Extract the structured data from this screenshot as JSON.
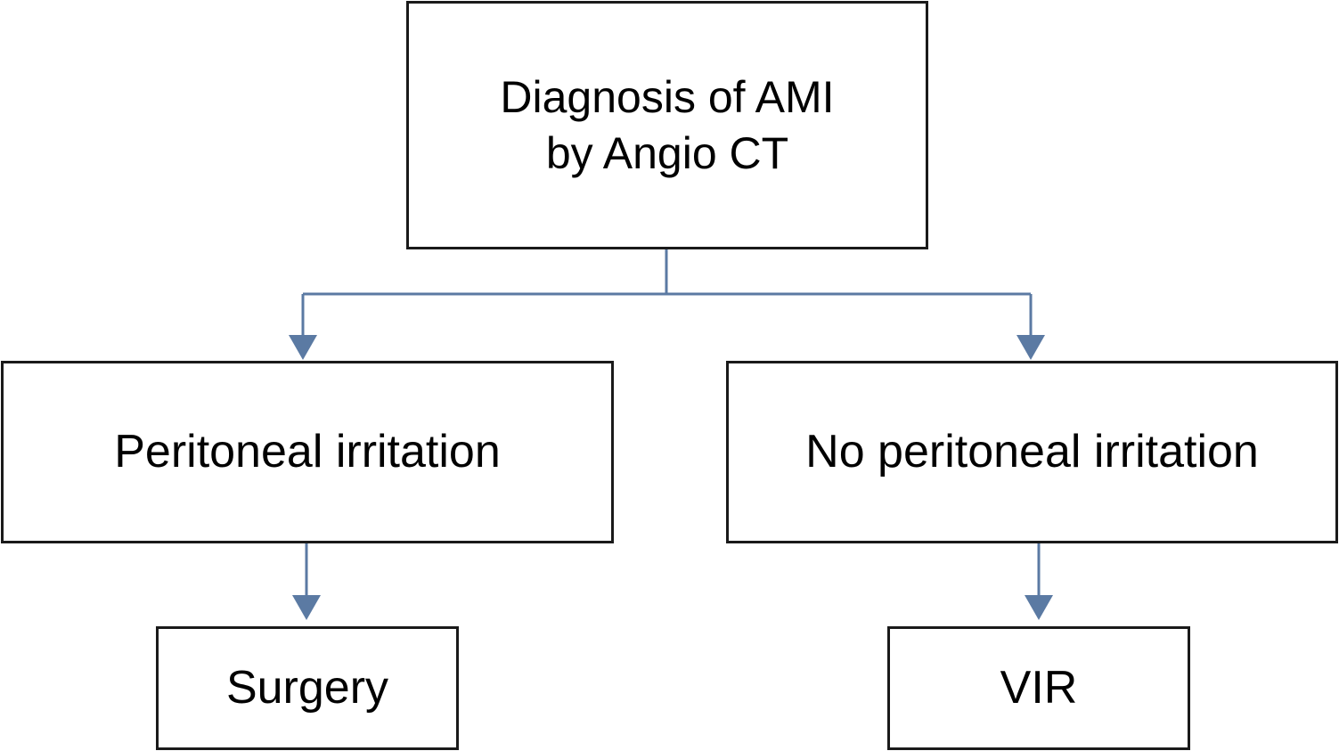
{
  "diagram": {
    "root": {
      "line1": "Diagnosis of AMI",
      "line2": "by Angio CT"
    },
    "branches": [
      {
        "condition": "Peritoneal irritation",
        "outcome": "Surgery"
      },
      {
        "condition": "No peritoneal irritation",
        "outcome": "VIR"
      }
    ]
  },
  "colors": {
    "connector": "#5b7aa3",
    "box_border": "#1a1a1a",
    "background": "#ffffff"
  }
}
